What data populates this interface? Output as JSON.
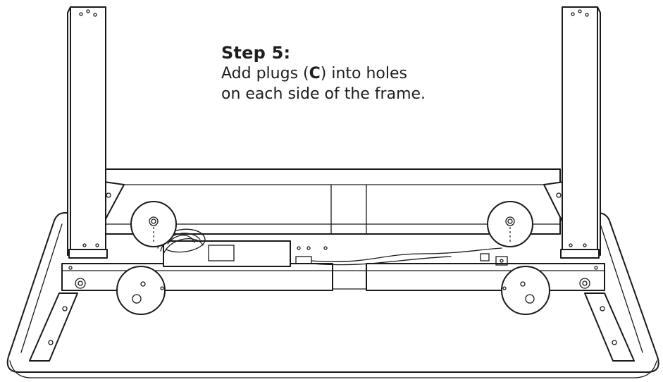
{
  "instruction": {
    "step_title": "Step 5:",
    "line1_before": "Add plugs (",
    "part_letter": "C",
    "line1_after": ") into holes",
    "line2": "on each side of the frame."
  }
}
